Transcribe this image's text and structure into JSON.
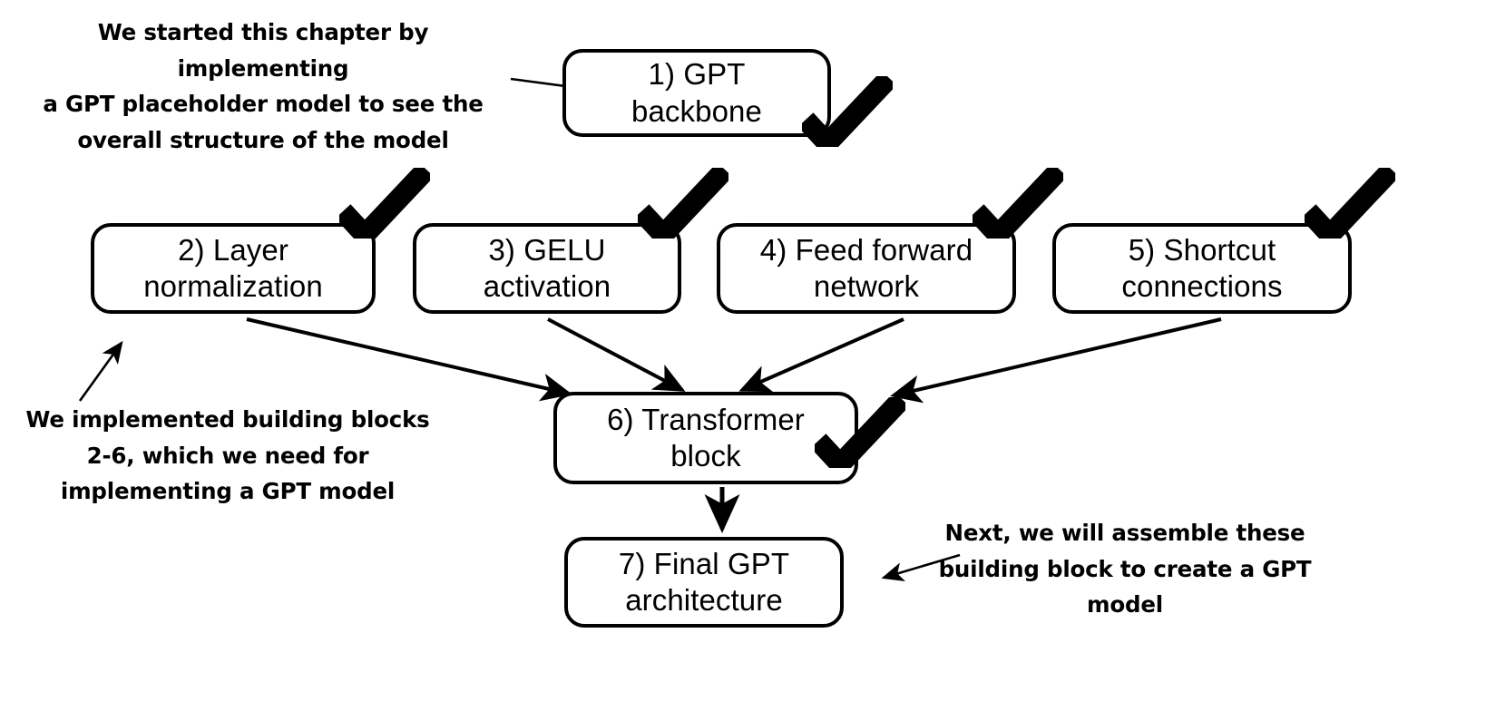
{
  "diagram": {
    "title": "GPT model building blocks chapter overview",
    "background_color": "#ffffff",
    "stroke_color": "#000000",
    "nodes": [
      {
        "id": "n1",
        "label": "1) GPT\nbackbone",
        "line1": "1) GPT",
        "line2": "backbone",
        "checked": true
      },
      {
        "id": "n2",
        "label": "2) Layer\nnormalization",
        "line1": "2) Layer",
        "line2": "normalization",
        "checked": true
      },
      {
        "id": "n3",
        "label": "3) GELU\nactivation",
        "line1": "3) GELU",
        "line2": "activation",
        "checked": true
      },
      {
        "id": "n4",
        "label": "4) Feed forward\nnetwork",
        "line1": "4) Feed forward",
        "line2": "network",
        "checked": true
      },
      {
        "id": "n5",
        "label": "5) Shortcut\nconnections",
        "line1": "5) Shortcut",
        "line2": "connections",
        "checked": true
      },
      {
        "id": "n6",
        "label": "6) Transformer\nblock",
        "line1": "6) Transformer",
        "line2": "block",
        "checked": true
      },
      {
        "id": "n7",
        "label": "7) Final GPT\narchitecture",
        "line1": "7) Final GPT",
        "line2": "architecture",
        "checked": false
      }
    ],
    "annotations": [
      {
        "id": "a1",
        "lines": [
          "We started this chapter by implementing",
          "a GPT placeholder model to see the",
          "overall structure of the model"
        ],
        "points_to": "n1"
      },
      {
        "id": "a2",
        "lines": [
          "We implemented building blocks",
          "2-6, which we need for",
          "implementing a GPT model"
        ],
        "points_to": "n2"
      },
      {
        "id": "a3",
        "lines": [
          "Next, we will assemble these",
          "building block to create a GPT",
          "model"
        ],
        "points_to": "n7"
      }
    ],
    "edges": [
      {
        "from": "a1",
        "to": "n1"
      },
      {
        "from": "n2",
        "to": "n6"
      },
      {
        "from": "n3",
        "to": "n6"
      },
      {
        "from": "n4",
        "to": "n6"
      },
      {
        "from": "n5",
        "to": "n6"
      },
      {
        "from": "n6",
        "to": "n7"
      },
      {
        "from": "a2",
        "to": "n2"
      },
      {
        "from": "a3",
        "to": "n7"
      }
    ],
    "icons": {
      "check": "checkmark-icon",
      "arrow": "arrow-head"
    }
  }
}
